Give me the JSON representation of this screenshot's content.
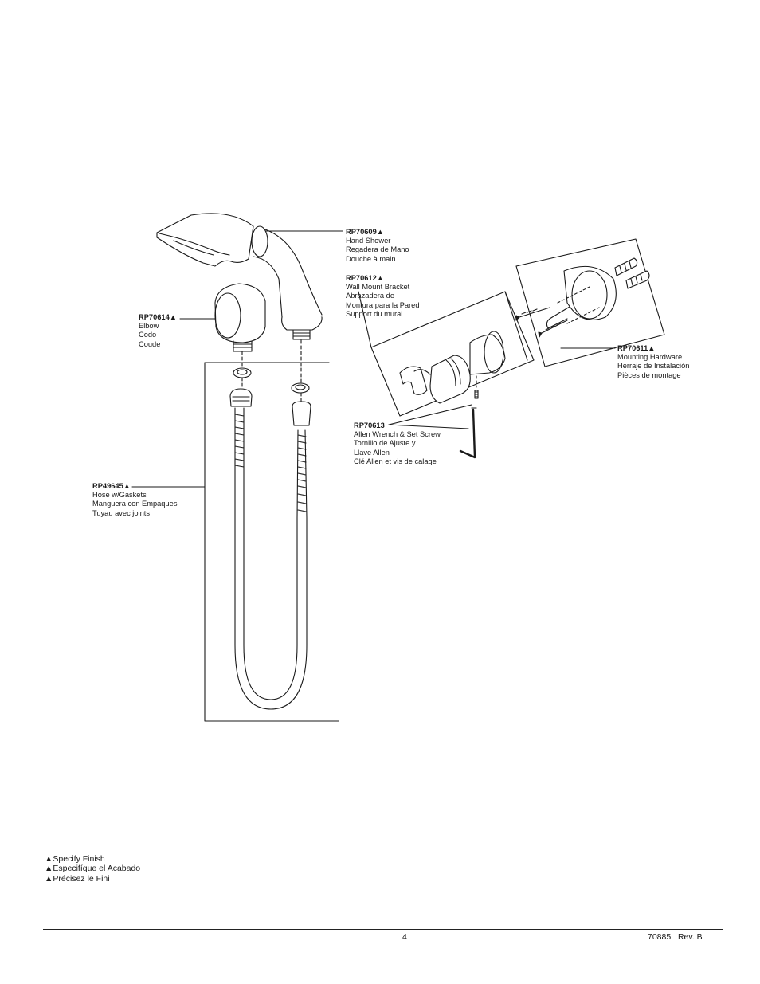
{
  "parts": {
    "hand_shower": {
      "part_no": "RP70609▲",
      "lines": [
        "Hand Shower",
        "Regadera de Mano",
        "Douche à main"
      ]
    },
    "wall_mount_bracket": {
      "part_no": "RP70612▲",
      "lines": [
        "Wall Mount Bracket",
        "Abrazadera de",
        "Montura para la Pared",
        "Support du mural"
      ]
    },
    "elbow": {
      "part_no": "RP70614▲",
      "lines": [
        "Elbow",
        "Codo",
        "Coude"
      ]
    },
    "mounting_hardware": {
      "part_no": "RP70611▲",
      "lines": [
        "Mounting Hardware",
        "Herraje de Instalación",
        "Pièces de montage"
      ]
    },
    "allen_wrench": {
      "part_no": "RP70613",
      "lines": [
        "Allen Wrench & Set Screw",
        "Tornillo de Ajuste y",
        "Llave Allen",
        "Clé Allen et vis de calage"
      ]
    },
    "hose": {
      "part_no": "RP49645▲",
      "lines": [
        "Hose w/Gaskets",
        "Manguera con Empaques",
        "Tuyau avec joints"
      ]
    }
  },
  "footnote": [
    "▲Specify Finish",
    "▲Especifíque el Acabado",
    "▲Précisez le Fini"
  ],
  "footer": {
    "page_number": "4",
    "doc_rev": "70885   Rev. B"
  }
}
